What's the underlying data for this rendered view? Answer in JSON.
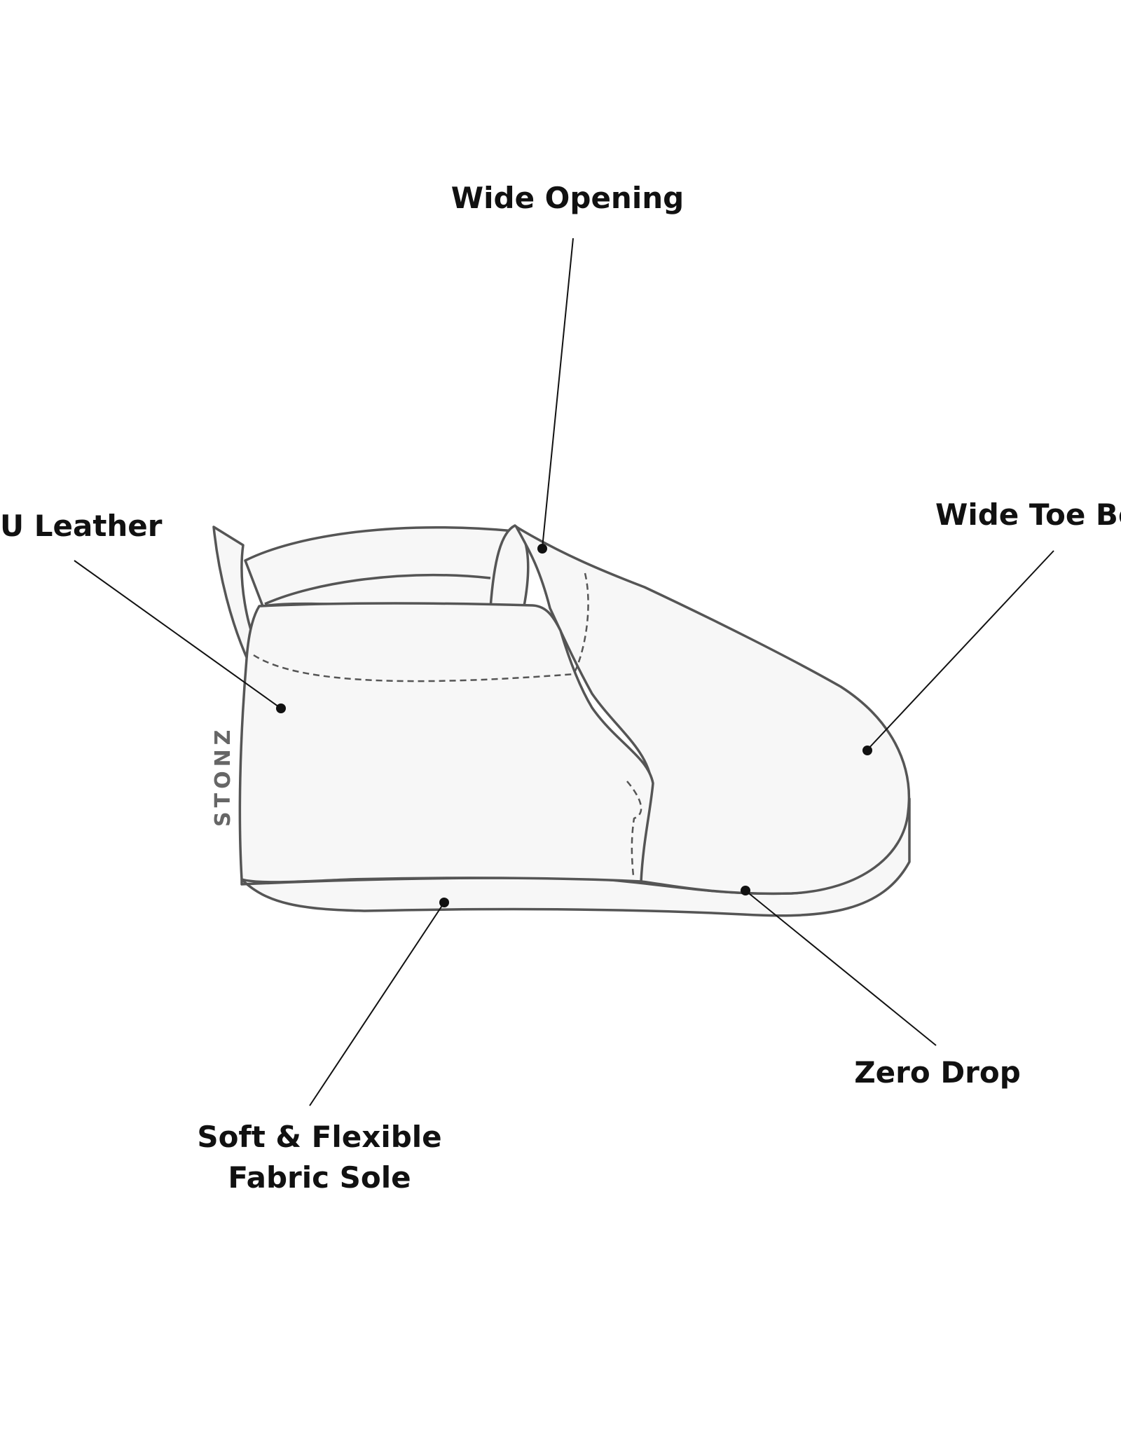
{
  "callouts": {
    "wide_opening": "Wide Opening",
    "pu_leather": "U Leather",
    "wide_toe_box": "Wide Toe Bo",
    "sole_line1": "Soft & Flexible",
    "sole_line2": "Fabric Sole",
    "zero_drop": "Zero Drop"
  },
  "brand_text": "STONZ",
  "colors": {
    "outline": "#555555",
    "fill": "#f7f7f7",
    "leader": "#111111",
    "label": "#111111",
    "background": "#ffffff"
  }
}
